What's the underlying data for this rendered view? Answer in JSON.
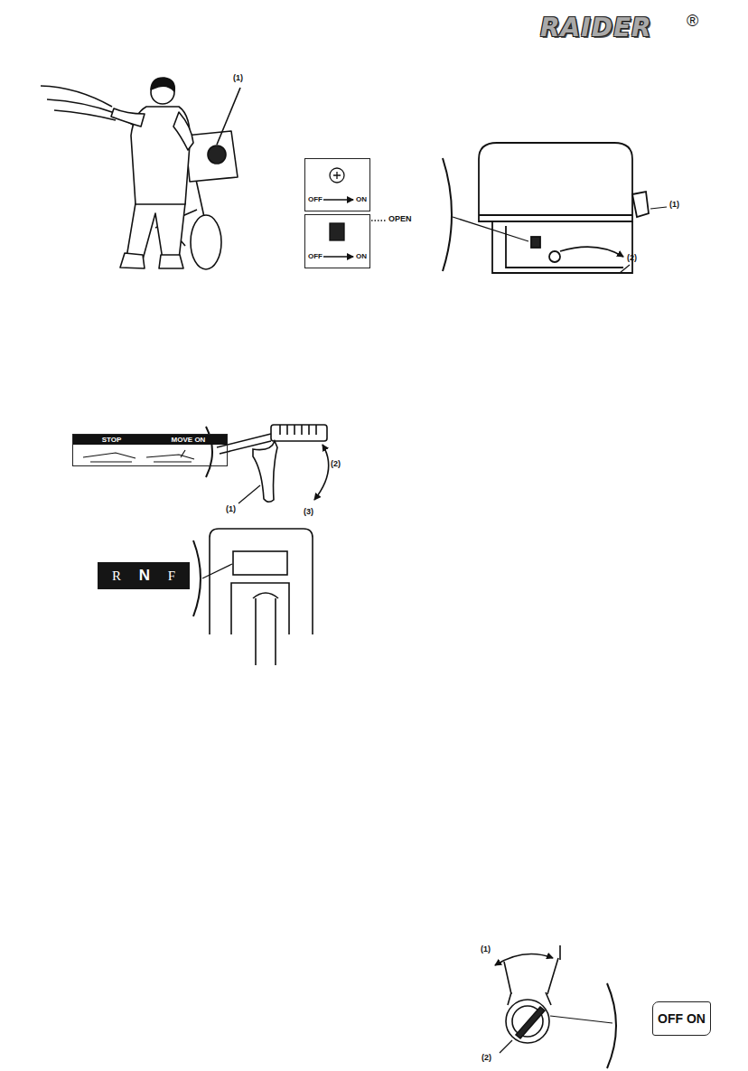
{
  "diagram": {
    "nodes": [
      {
        "text": [
          "OFF",
          "ON"
        ]
      },
      {
        "text": [
          "OFF",
          "ON"
        ]
      },
      {
        "text": [
          "STOP",
          "MOVE ON"
        ]
      },
      {
        "text": [
          "R",
          "N",
          "F"
        ]
      },
      {
        "text": [
          "OFF ON"
        ]
      }
    ],
    "labels": [
      "RAIDER",
      "®",
      "(1)",
      "OPEN",
      "(1)",
      "(2)",
      "(1)",
      "(2)",
      "(3)",
      "(1)",
      "(2)"
    ]
  }
}
